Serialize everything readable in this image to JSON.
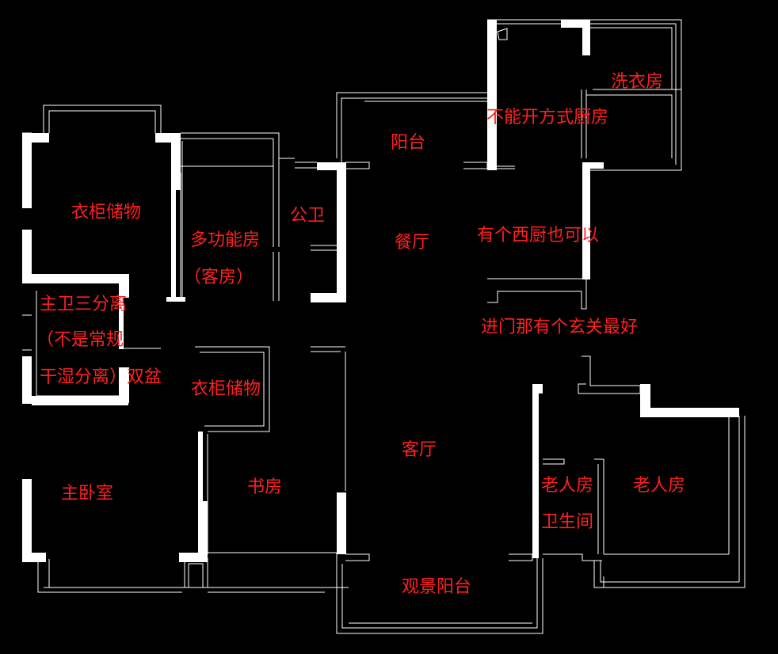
{
  "rooms": {
    "wardrobe_nw": "衣柜储物",
    "multi_room_1": "多功能房",
    "multi_room_2": "（客房）",
    "public_bath": "公卫",
    "balcony": "阳台",
    "kitchen": "不能开方式厨房",
    "laundry": "洗衣房",
    "dining": "餐厅",
    "western_kitchen": "有个西厨也可以",
    "entry_note": "进门那有个玄关最好",
    "master_bath_1": "主卫三分离",
    "master_bath_2": "（不是常规",
    "master_bath_3": "干湿分离）双盆",
    "wardrobe_mid": "衣柜储物",
    "living": "客厅",
    "master_bedroom": "主卧室",
    "study": "书房",
    "elder_bath_1": "老人房",
    "elder_bath_2": "卫生间",
    "elder_room": "老人房",
    "view_balcony": "观景阳台"
  }
}
